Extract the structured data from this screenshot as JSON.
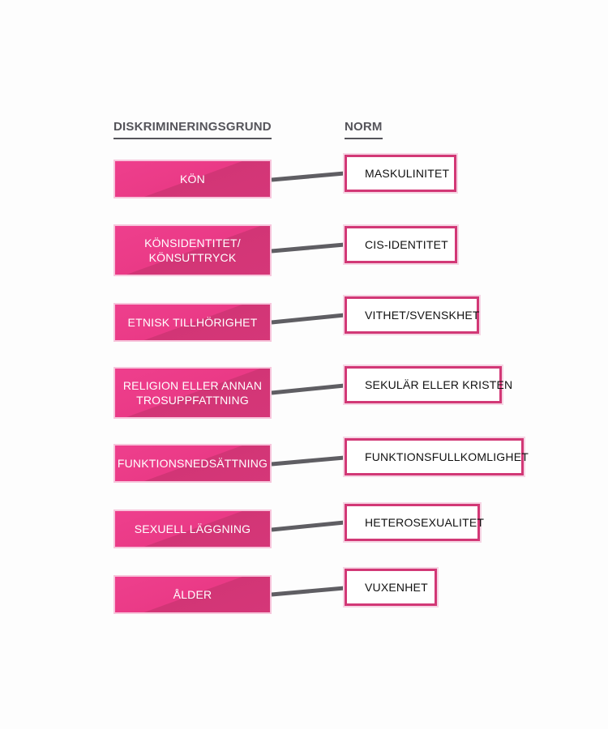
{
  "headers": {
    "left": "DISKRIMINERINGSGRUND",
    "right": "NORM"
  },
  "rows": [
    {
      "ground": "KÖN",
      "norm": "MASKULINITET"
    },
    {
      "ground": "KÖNSIDENTITET/\nKÖNSUTTRYCK",
      "norm": "CIS-IDENTITET"
    },
    {
      "ground": "ETNISK TILLHÖRIGHET",
      "norm": "VITHET/SVENSKHET"
    },
    {
      "ground": "RELIGION ELLER ANNAN\nTROSUPPFATTNING",
      "norm": "SEKULÄR ELLER KRISTEN"
    },
    {
      "ground": "FUNKTIONSNEDSÄTTNING",
      "norm": "FUNKTIONSFULLKOMLIGHET"
    },
    {
      "ground": "SEXUELL LÄGGNING",
      "norm": "HETEROSEXUALITET"
    },
    {
      "ground": "ÅLDER",
      "norm": "VUXENHET"
    }
  ],
  "colors": {
    "accent": "#e83e8c",
    "accent_dark": "#d23576",
    "connector": "#5f5e63",
    "header_text": "#55545a"
  }
}
